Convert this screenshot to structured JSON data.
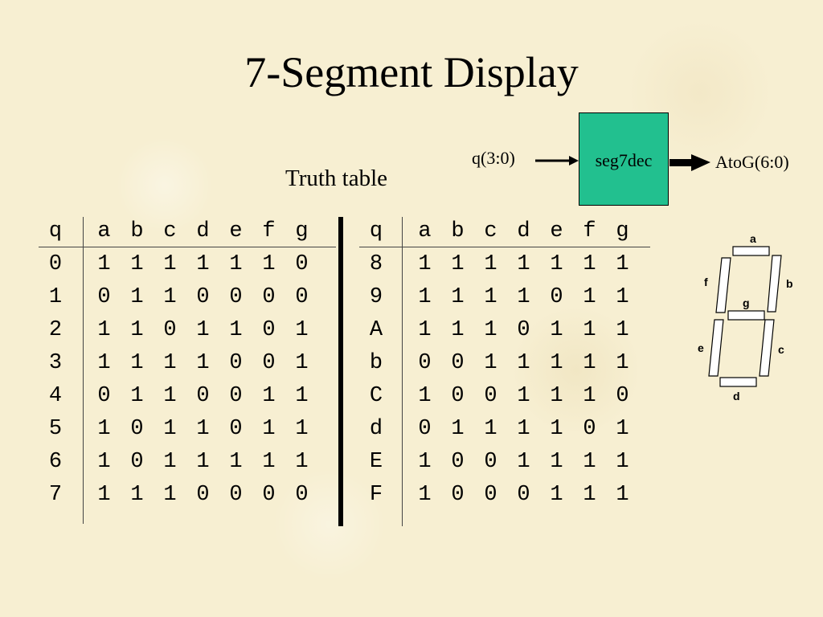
{
  "title": "7-Segment Display",
  "subtitle": "Truth table",
  "block": {
    "label": "seg7dec",
    "input_label": "q(3:0)",
    "output_label": "AtoG(6:0)",
    "fill": "#22c08f"
  },
  "table": {
    "headers": [
      "q",
      "a",
      "b",
      "c",
      "d",
      "e",
      "f",
      "g"
    ],
    "left_rows": [
      [
        "0",
        "1",
        "1",
        "1",
        "1",
        "1",
        "1",
        "0"
      ],
      [
        "1",
        "0",
        "1",
        "1",
        "0",
        "0",
        "0",
        "0"
      ],
      [
        "2",
        "1",
        "1",
        "0",
        "1",
        "1",
        "0",
        "1"
      ],
      [
        "3",
        "1",
        "1",
        "1",
        "1",
        "0",
        "0",
        "1"
      ],
      [
        "4",
        "0",
        "1",
        "1",
        "0",
        "0",
        "1",
        "1"
      ],
      [
        "5",
        "1",
        "0",
        "1",
        "1",
        "0",
        "1",
        "1"
      ],
      [
        "6",
        "1",
        "0",
        "1",
        "1",
        "1",
        "1",
        "1"
      ],
      [
        "7",
        "1",
        "1",
        "1",
        "0",
        "0",
        "0",
        "0"
      ]
    ],
    "right_rows": [
      [
        "8",
        "1",
        "1",
        "1",
        "1",
        "1",
        "1",
        "1"
      ],
      [
        "9",
        "1",
        "1",
        "1",
        "1",
        "0",
        "1",
        "1"
      ],
      [
        "A",
        "1",
        "1",
        "1",
        "0",
        "1",
        "1",
        "1"
      ],
      [
        "b",
        "0",
        "0",
        "1",
        "1",
        "1",
        "1",
        "1"
      ],
      [
        "C",
        "1",
        "0",
        "0",
        "1",
        "1",
        "1",
        "0"
      ],
      [
        "d",
        "0",
        "1",
        "1",
        "1",
        "1",
        "0",
        "1"
      ],
      [
        "E",
        "1",
        "0",
        "0",
        "1",
        "1",
        "1",
        "1"
      ],
      [
        "F",
        "1",
        "0",
        "0",
        "0",
        "1",
        "1",
        "1"
      ]
    ]
  },
  "segments": {
    "a": "a",
    "b": "b",
    "c": "c",
    "d": "d",
    "e": "e",
    "f": "f",
    "g": "g"
  }
}
